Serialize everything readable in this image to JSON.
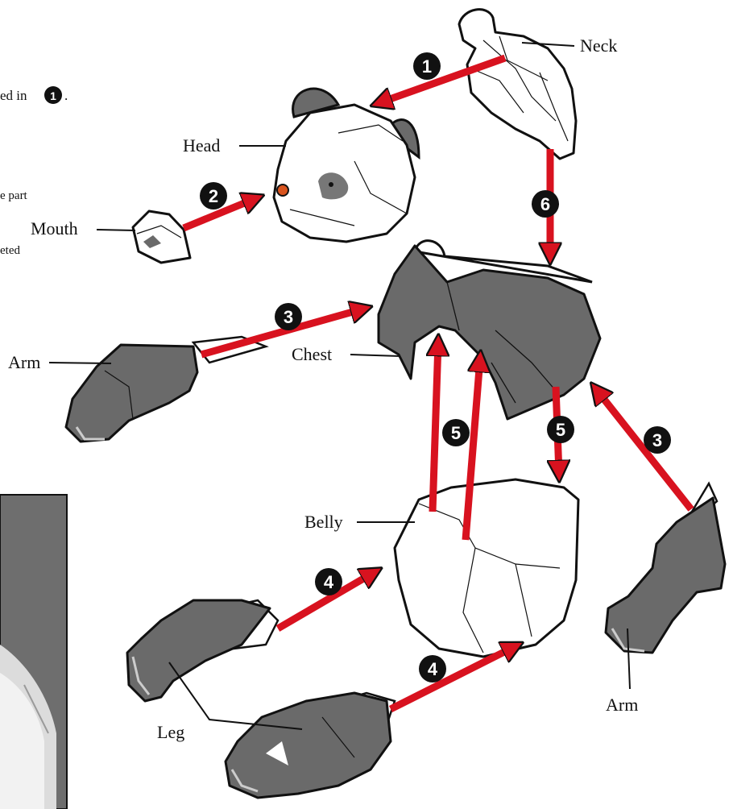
{
  "labels": {
    "neck": "Neck",
    "head": "Head",
    "mouth": "Mouth",
    "chest": "Chest",
    "belly": "Belly",
    "arm_left": "Arm",
    "arm_right": "Arm",
    "leg": "Leg"
  },
  "steps": {
    "s1": "1",
    "s2": "2",
    "s3a": "3",
    "s3b": "3",
    "s4a": "4",
    "s4b": "4",
    "s5a": "5",
    "s5b": "5",
    "s6": "6"
  },
  "instructions": {
    "line1": "ed in",
    "line1_ref": "1",
    "line2": "e part",
    "line3": "eted"
  },
  "colors": {
    "arrow": "#d8121f",
    "dark_part": "#6a6a6a",
    "light_part": "#ffffff",
    "outline": "#111111",
    "photo_bg": "#6e6e6e",
    "nose": "#d9541e"
  }
}
